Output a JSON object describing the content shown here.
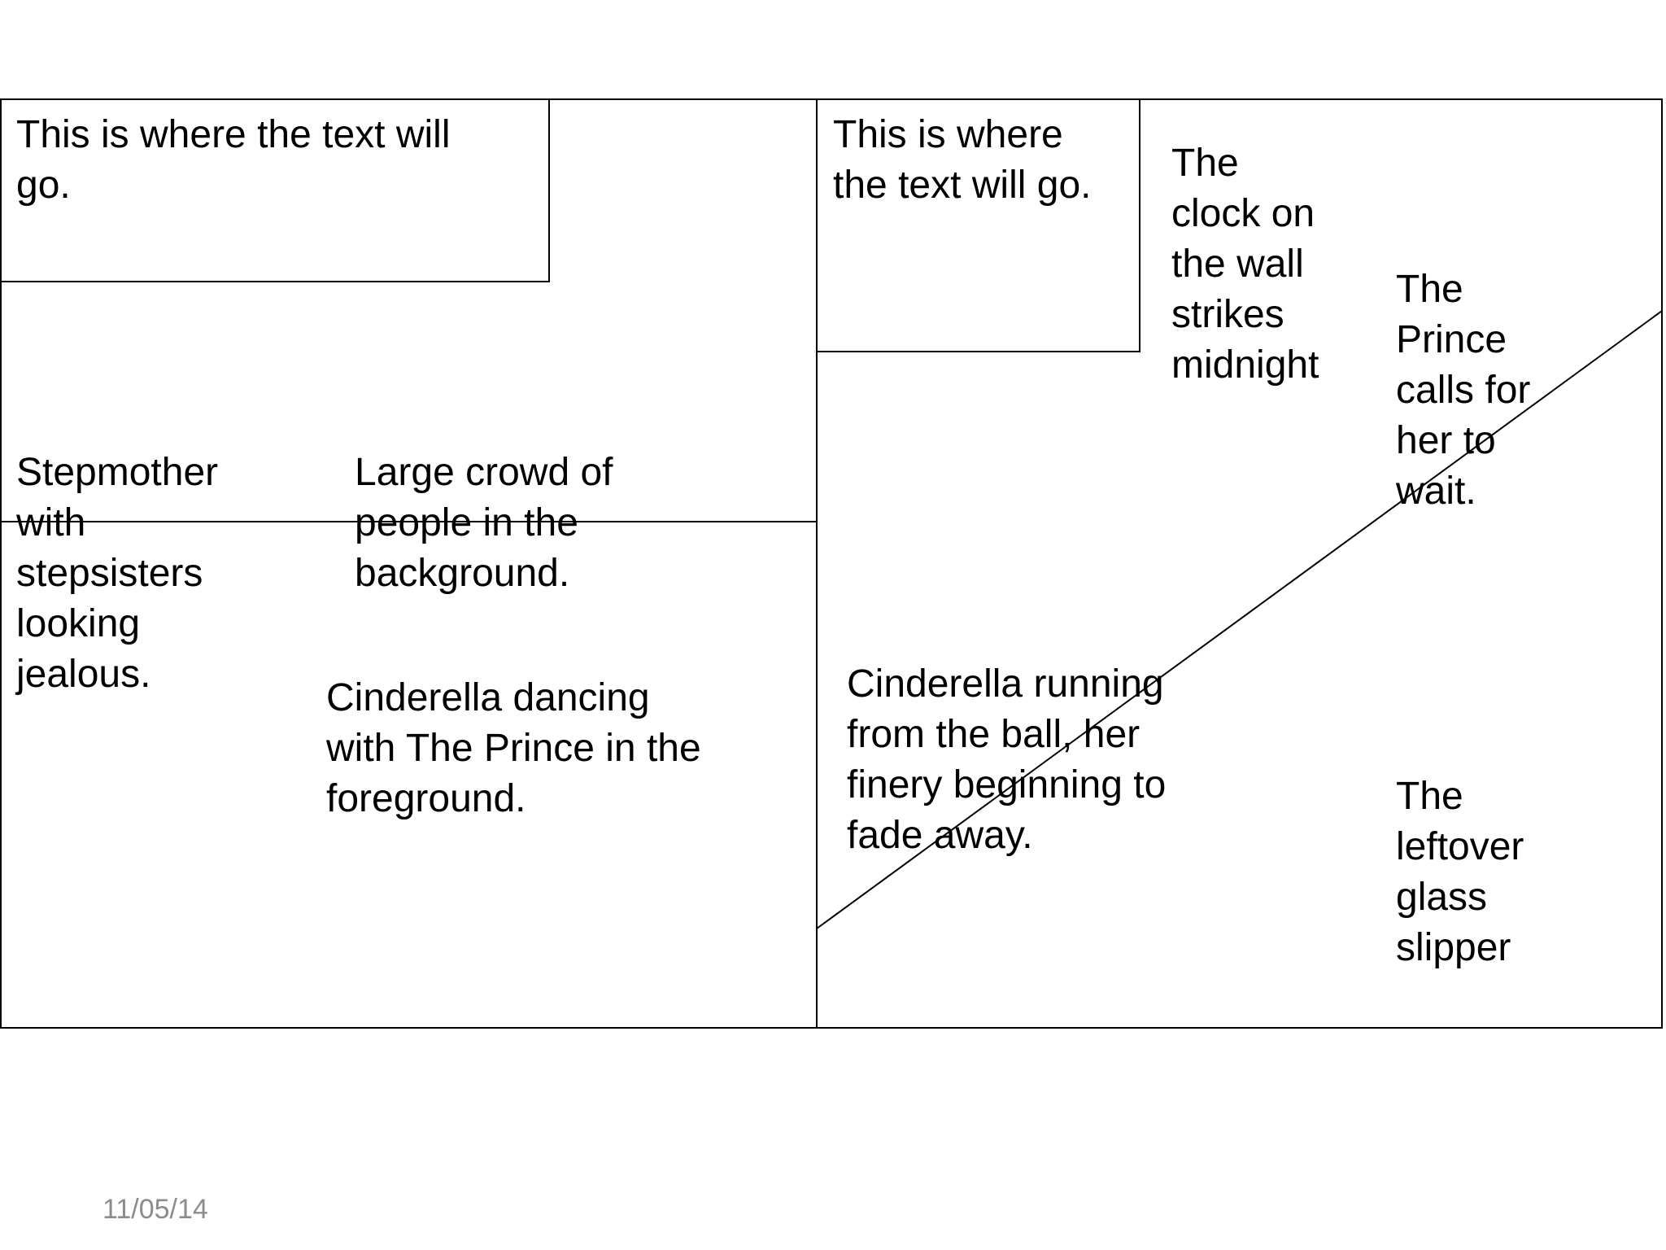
{
  "storyboard": {
    "panel_left": {
      "caption": "This is where the text will\ngo.",
      "notes": [
        "Stepmother\nwith\nstepsisters\nlooking\njealous.",
        "Large crowd of\npeople in the\nbackground.",
        "Cinderella dancing\nwith The Prince in the\nforeground."
      ]
    },
    "panel_right": {
      "caption": "This is where\nthe text will go.",
      "notes": [
        "The\nclock on\nthe wall\nstrikes\nmidnight",
        "The\nPrince\ncalls for\nher to\nwait.",
        "Cinderella running\nfrom the ball, her\nfinery beginning to\nfade away.",
        "The\nleftover\nglass\nslipper"
      ]
    }
  },
  "footer": {
    "date": "11/05/14"
  }
}
